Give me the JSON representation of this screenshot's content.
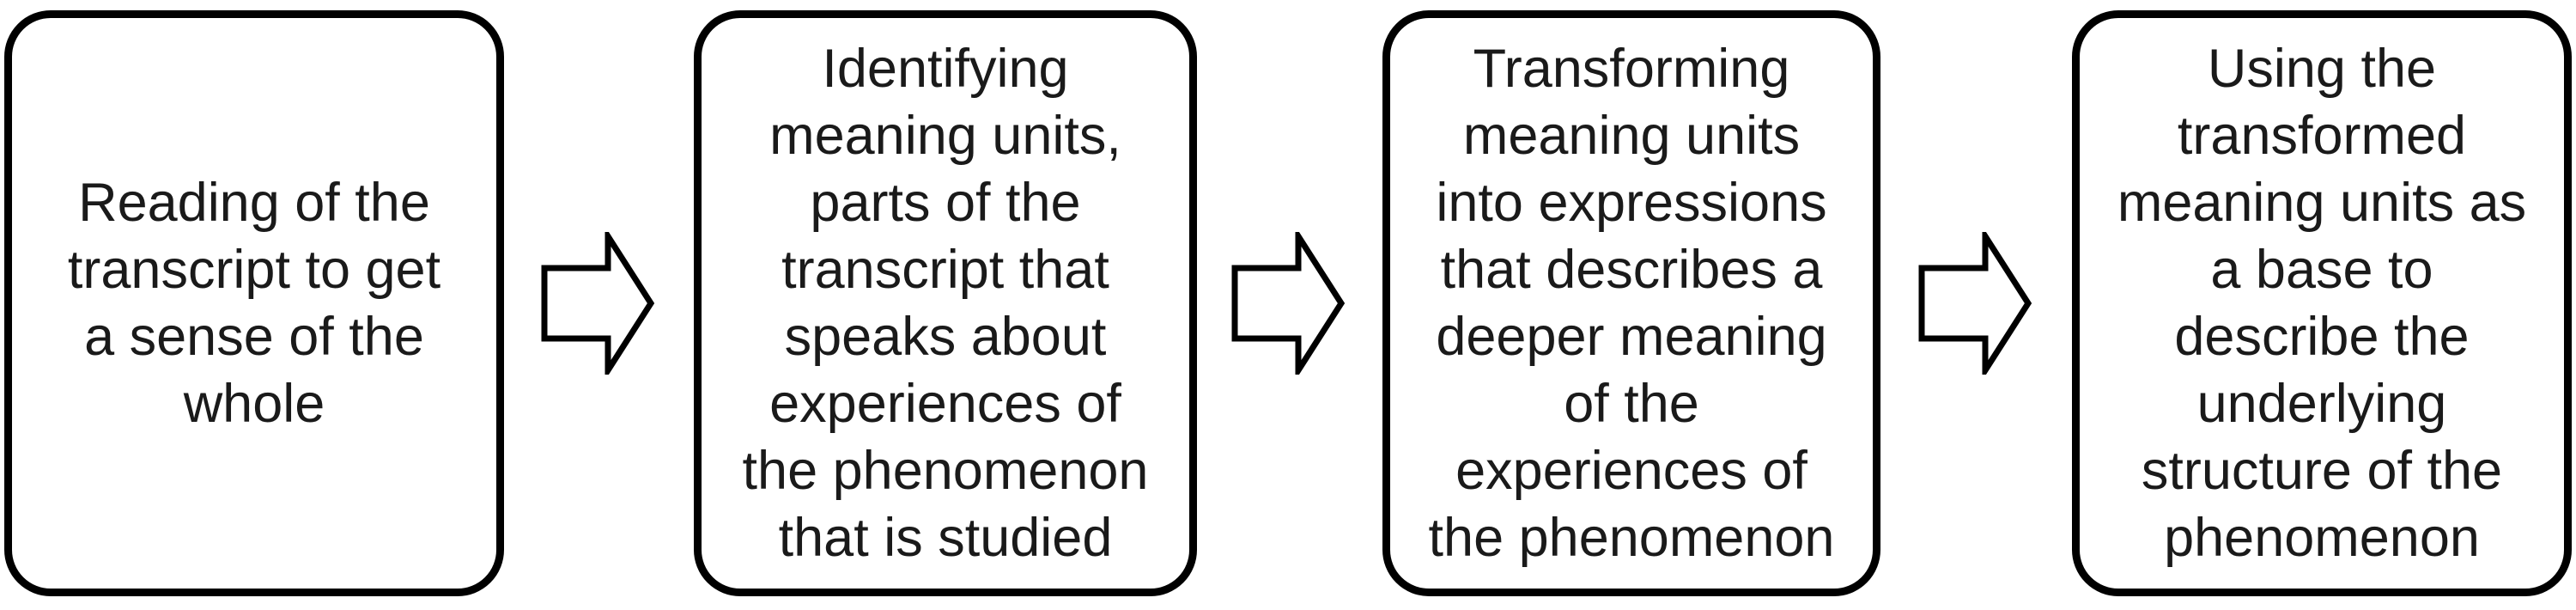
{
  "steps": [
    {
      "lines": [
        "Reading of the",
        "transcript to get",
        "a sense of the",
        "whole"
      ]
    },
    {
      "lines": [
        "Identifying",
        "meaning units,",
        "parts of the",
        "transcript that",
        "speaks about",
        "experiences of",
        "the phenomenon",
        "that is studied"
      ]
    },
    {
      "lines": [
        "Transforming",
        "meaning units",
        "into expressions",
        "that describes a",
        "deeper meaning",
        "of the",
        "experiences of",
        "the phenomenon"
      ]
    },
    {
      "lines": [
        "Using the",
        "transformed",
        "meaning units as",
        "a base to",
        "describe the",
        "underlying",
        "structure of the",
        "phenomenon"
      ]
    }
  ],
  "arrows": [
    {
      "icon": "right-arrow-icon"
    },
    {
      "icon": "right-arrow-icon"
    },
    {
      "icon": "right-arrow-icon"
    }
  ],
  "colors": {
    "stroke": "#000000",
    "text": "#1a1a1a",
    "background": "#ffffff"
  }
}
